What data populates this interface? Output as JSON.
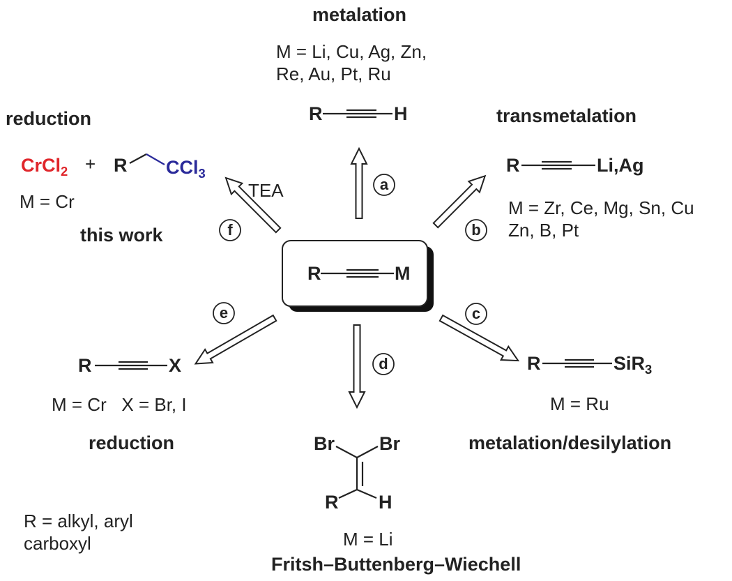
{
  "center": {
    "left": "R",
    "right": "M"
  },
  "a": {
    "label": "a",
    "title": "metalation",
    "metals_line1": "M = Li, Cu, Ag, Zn,",
    "metals_line2": "Re, Au, Pt, Ru",
    "left": "R",
    "right": "H"
  },
  "b": {
    "label": "b",
    "title": "transmetalation",
    "left": "R",
    "right": "Li,Ag",
    "metals_line1": "M = Zr, Ce, Mg, Sn, Cu",
    "metals_line2": "Zn, B, Pt"
  },
  "c": {
    "label": "c",
    "left": "R",
    "right_main": "SiR",
    "right_sub": "3",
    "metals": "M = Ru",
    "title": "metalation/desilylation"
  },
  "d": {
    "label": "d",
    "br_left": "Br",
    "br_right": "Br",
    "left": "R",
    "right": "H",
    "metals": "M = Li",
    "title": "Fritsh–Buttenberg–Wiechell"
  },
  "e": {
    "label": "e",
    "left": "R",
    "right": "X",
    "metals": "M = Cr   X = Br, I",
    "title": "reduction"
  },
  "f": {
    "label": "f",
    "title": "reduction",
    "reagent_main": "CrCl",
    "reagent_sub": "2",
    "plus": "+",
    "left": "R",
    "cl_main": "CCl",
    "cl_sub": "3",
    "base": "TEA",
    "metals": "M = Cr",
    "note": "this work"
  },
  "footnote": {
    "line1": "R = alkyl, aryl",
    "line2": "carboxyl"
  },
  "colors": {
    "red": "#e0262b",
    "blue": "#2a2a9a",
    "ink": "#222222"
  }
}
